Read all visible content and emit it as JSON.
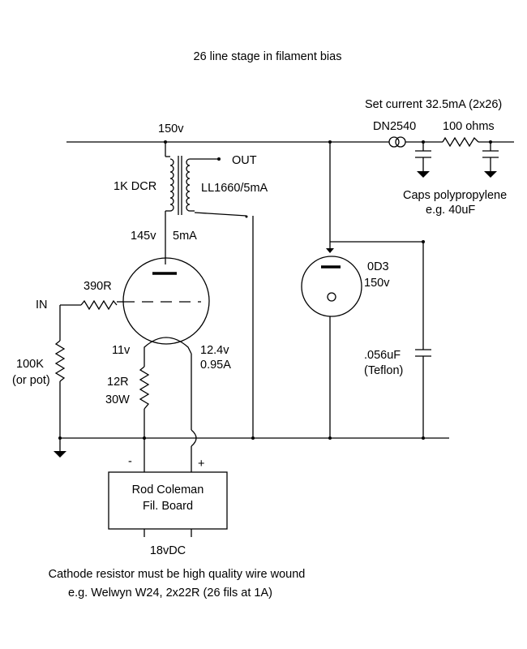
{
  "title": "26 line stage in filament bias",
  "labels": {
    "supply_voltage": "150v",
    "set_current": "Set current 32.5mA (2x26)",
    "ccs_device": "DN2540",
    "supply_resistor": "100 ohms",
    "caps_note_1": "Caps polypropylene",
    "caps_note_2": "e.g. 40uF",
    "out": "OUT",
    "choke_dcr": "1K DCR",
    "choke_part": "LL1660/5mA",
    "anode_voltage": "145v",
    "anode_current": "5mA",
    "regulator_tube": "0D3",
    "regulator_voltage": "150v",
    "input": "IN",
    "grid_stopper": "390R",
    "grid_leak_value": "100K",
    "grid_leak_alt": "(or pot)",
    "filament_minus_voltage": "11v",
    "filament_plus_voltage": "12.4v",
    "filament_current": "0.95A",
    "cathode_resistor_value": "12R",
    "cathode_resistor_power": "30W",
    "bypass_cap_value": ".056uF",
    "bypass_cap_type": "(Teflon)",
    "minus_sign": "-",
    "plus_sign": "+",
    "board_line_1": "Rod Coleman",
    "board_line_2": "Fil. Board",
    "board_supply": "18vDC",
    "note_line_1": "Cathode resistor must be high quality wire wound",
    "note_line_2": "e.g. Welwyn W24, 2x22R (26 fils at 1A)"
  }
}
